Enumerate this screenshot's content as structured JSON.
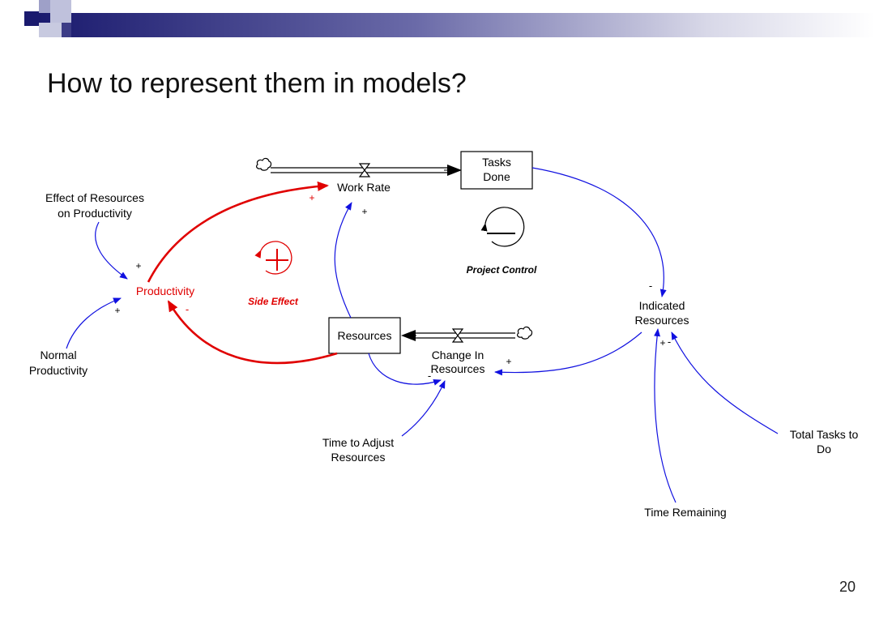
{
  "slide": {
    "title": "How to represent them in models?",
    "page_number": "20"
  },
  "colors": {
    "link": "#1010e0",
    "side_effect": "#e00000",
    "stock_flow": "#000000",
    "header_dark": "#1a1a6e"
  },
  "diagram": {
    "stocks": {
      "tasks_done": [
        "Tasks",
        "Done"
      ],
      "resources": "Resources"
    },
    "flows": {
      "work_rate": "Work Rate",
      "change_in_resources": [
        "Change In",
        "Resources"
      ]
    },
    "variables": {
      "effect_of_resources": [
        "Effect of Resources",
        "on Productivity"
      ],
      "productivity": "Productivity",
      "normal_productivity": [
        "Normal",
        "Productivity"
      ],
      "indicated_resources": [
        "Indicated",
        "Resources"
      ],
      "time_to_adjust": [
        "Time to Adjust",
        "Resources"
      ],
      "time_remaining": "Time Remaining",
      "total_tasks": [
        "Total Tasks to",
        "Do"
      ]
    },
    "loops": {
      "side_effect": "Side Effect",
      "project_control": "Project Control"
    },
    "polarities": {
      "effect_to_productivity": "+",
      "normal_to_productivity": "+",
      "productivity_to_work_rate": "+",
      "resources_to_work_rate": "+",
      "resources_to_productivity": "-",
      "tasks_to_indicated": "-",
      "indicated_to_change": "+",
      "resources_to_change": "-",
      "time_remaining_to_indicated": "+",
      "total_tasks_to_indicated": "-"
    }
  }
}
